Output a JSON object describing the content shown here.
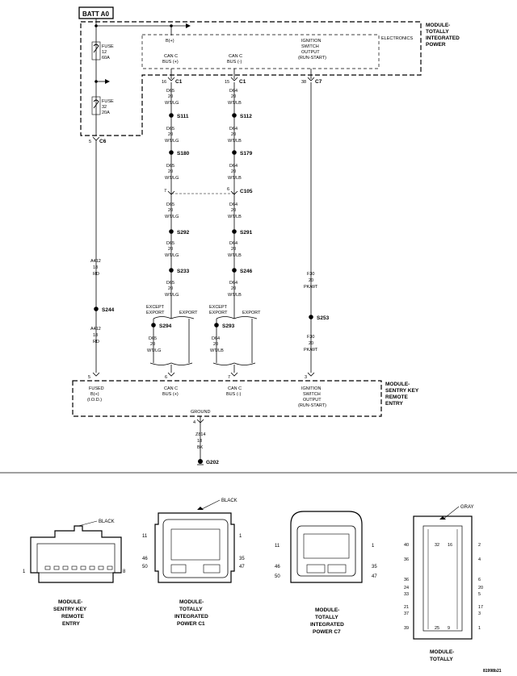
{
  "batt": "BATT A0",
  "tipm": {
    "name": [
      "MODULE-",
      "TOTALLY",
      "INTEGRATED",
      "POWER"
    ],
    "electronics": "ELECTRONICS",
    "b_plus": "B(+)",
    "can_c_plus": [
      "CAN C",
      "BUS (+)"
    ],
    "can_c_minus": [
      "CAN C",
      "BUS (-)"
    ],
    "ign": [
      "IGNITION",
      "SWITCH",
      "OUTPUT",
      "(RUN-START)"
    ],
    "fuse12": [
      "FUSE",
      "12",
      "60A"
    ],
    "fuse32": [
      "FUSE",
      "32",
      "20A"
    ]
  },
  "connectors": {
    "c1a": {
      "pin": "16",
      "name": "C1"
    },
    "c1b": {
      "pin": "15",
      "name": "C1"
    },
    "c7": {
      "pin": "38",
      "name": "C7"
    },
    "c6": {
      "pin": "5",
      "name": "C6"
    },
    "c105": {
      "pin_l": "7",
      "pin_r": "6",
      "name": "C105"
    }
  },
  "wire_d65": [
    "D65",
    "20",
    "WT/LG"
  ],
  "wire_d64": [
    "D64",
    "20",
    "WT/LB"
  ],
  "wire_a412": [
    "A412",
    "18",
    "RD"
  ],
  "wire_f30": [
    "F30",
    "20",
    "PK/WT"
  ],
  "wire_z814": [
    "Z814",
    "18",
    "BK"
  ],
  "splices_left": [
    "S111",
    "S180",
    "S292",
    "S233"
  ],
  "splices_right": [
    "S112",
    "S179",
    "S291",
    "S246"
  ],
  "s244": "S244",
  "s294": "S294",
  "s293": "S293",
  "s253": "S253",
  "except_export": [
    "EXCEPT",
    "EXPORT"
  ],
  "export": "EXPORT",
  "d64_short": [
    "D64",
    "20",
    "WT/LB"
  ],
  "skre": {
    "name": [
      "MODULE-",
      "SENTRY KEY",
      "REMOTE",
      "ENTRY"
    ],
    "fused": [
      "FUSED",
      "B(+)",
      "(I.O.D.)"
    ],
    "can_plus": [
      "CAN C",
      "BUS (+)"
    ],
    "can_minus": [
      "CAN C",
      "BUS (-)"
    ],
    "ign": [
      "IGNITION",
      "SWITCH",
      "OUTPUT",
      "(RUN-START)"
    ],
    "ground": "GROUND",
    "pins": {
      "fused": "5",
      "can_plus": "6",
      "can_minus": "7",
      "ign": "3",
      "gnd": "4"
    }
  },
  "g202": "G202",
  "bottom": {
    "skre_color": "BLACK",
    "skre_pins": [
      "1",
      "8"
    ],
    "skre_label": [
      "MODULE-",
      "SENTRY KEY",
      "REMOTE",
      "ENTRY"
    ],
    "c1_color": "BLACK",
    "c1_pins": [
      "11",
      "1",
      "46",
      "35",
      "50",
      "47"
    ],
    "c1_label": [
      "MODULE-",
      "TOTALLY",
      "INTEGRATED",
      "POWER C1"
    ],
    "c7_pins": [
      "11",
      "1",
      "46",
      "35",
      "50",
      "47"
    ],
    "c7_label": [
      "MODULE-",
      "TOTALLY",
      "INTEGRATED",
      "POWER C7"
    ],
    "gray_color": "GRAY",
    "gray_pins_left": [
      "40",
      "36",
      "36",
      "24",
      "33",
      "21",
      "37",
      "39"
    ],
    "gray_pins_right": [
      "2",
      "4",
      "6",
      "20",
      "5",
      "17",
      "3",
      "1"
    ],
    "gray_pins_top": [
      "32",
      "16"
    ],
    "gray_pins_mid": [
      "25",
      "9"
    ],
    "gray_label": [
      "MODULE-",
      "TOTALLY"
    ]
  },
  "figure_id": "81998b21"
}
